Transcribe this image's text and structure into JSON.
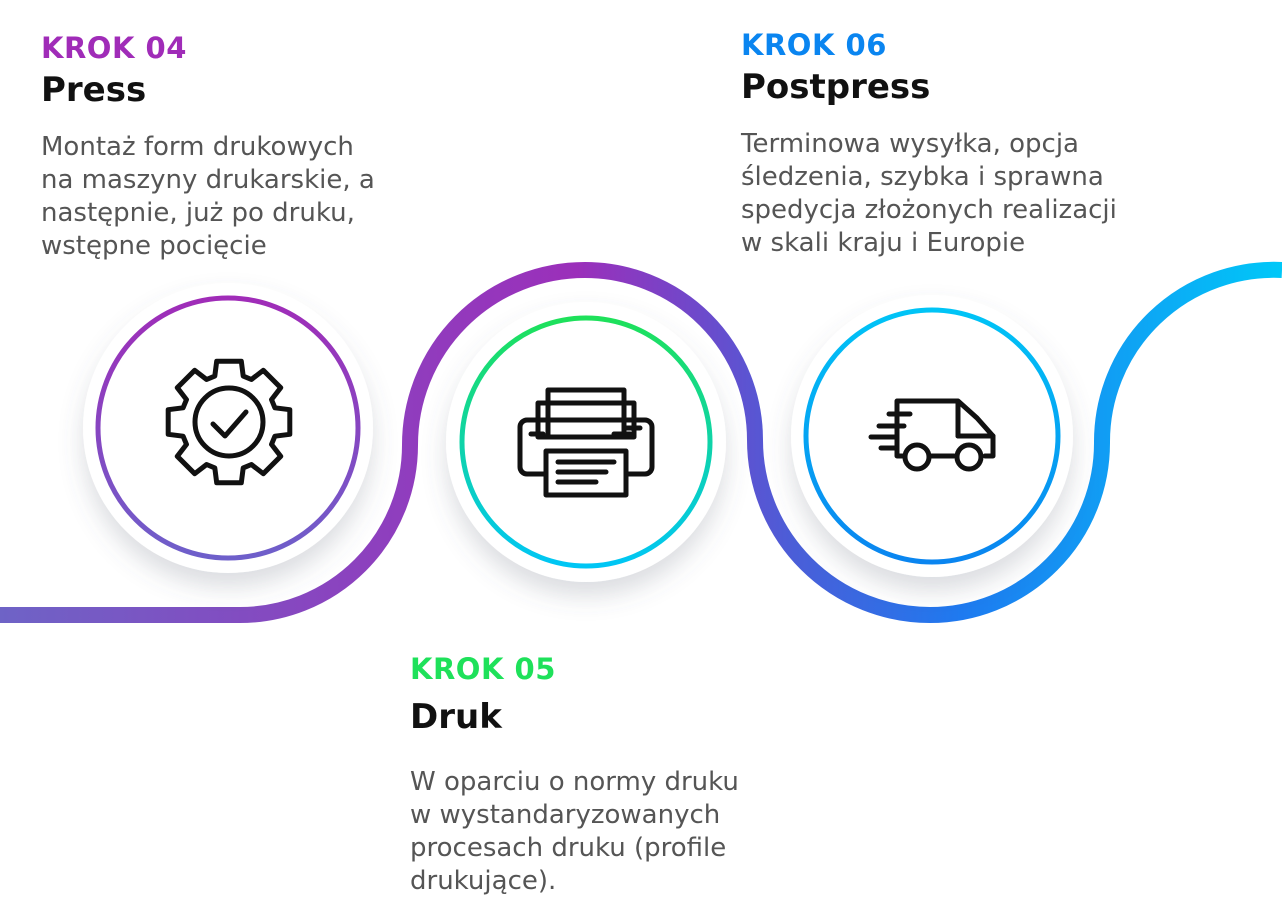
{
  "colors": {
    "step04": "#a02cb8",
    "step05": "#1ee15a",
    "step06": "#0a85f0",
    "path_start": "#6e63c6",
    "path_purple": "#9b2fba",
    "path_blue": "#1e7af0",
    "path_cyan": "#00c8f8",
    "title": "#111111",
    "desc": "#555555"
  },
  "steps": [
    {
      "label": "KROK 04",
      "title": "Press",
      "description": "Montaż form drukowych\nna maszyny drukarskie, a\nnastępnie, już po druku,\nwstępne pocięcie",
      "icon": "gear-check-icon"
    },
    {
      "label": "KROK 05",
      "title": "Druk",
      "description": "W oparciu o normy druku\nw wystandaryzowanych\nprocesach druku (profile\ndrukujące).",
      "icon": "printer-icon"
    },
    {
      "label": "KROK 06",
      "title": "Postpress",
      "description": "Terminowa wysyłka, opcja\nśledzenia, szybka i sprawna\nspedycja złożonych realizacji\nw skali kraju i Europie",
      "icon": "delivery-van-icon"
    }
  ]
}
